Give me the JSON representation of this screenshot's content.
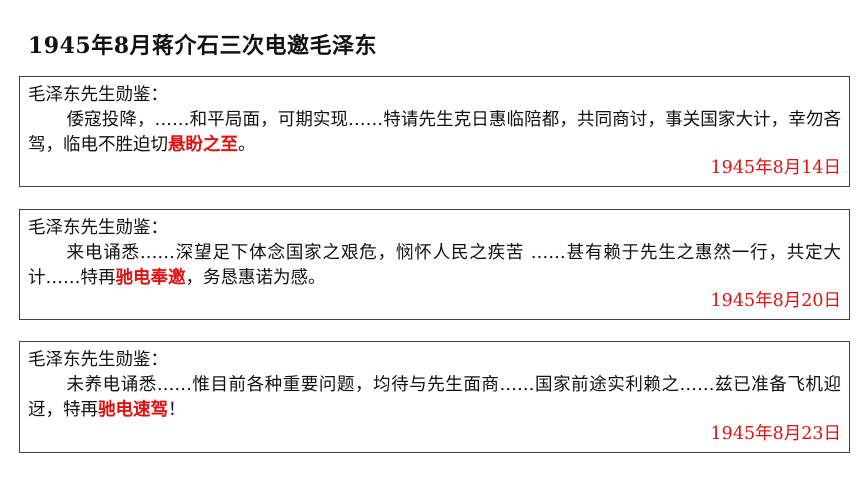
{
  "title": "1945年8月蒋介石三次电邀毛泽东",
  "accent_color": "#e01010",
  "telegrams": [
    {
      "salutation": "毛泽东先生勋鉴：",
      "body_before": "倭寇投降，……和平局面，可期实现……特请先生克日惠临陪都，共同商讨，事关国家大计，幸勿吝驾，临电不胜迫切",
      "highlight": "悬盼之至",
      "body_after": "。",
      "date": "1945年8月14日"
    },
    {
      "salutation": "毛泽东先生勋鉴：",
      "body_before": "来电诵悉……深望足下体念国家之艰危，悯怀人民之疾苦 ……甚有赖于先生之惠然一行，共定大计……特再",
      "highlight": "驰电奉邀",
      "body_after": "，务恳惠诺为感。",
      "date": "1945年8月20日"
    },
    {
      "salutation": "毛泽东先生勋鉴：",
      "body_before": "未养电诵悉……惟目前各种重要问题，均待与先生面商……国家前途实利赖之……兹已准备飞机迎迓，特再",
      "highlight": "驰电速驾",
      "body_after": "！",
      "date": "1945年8月23日"
    }
  ]
}
